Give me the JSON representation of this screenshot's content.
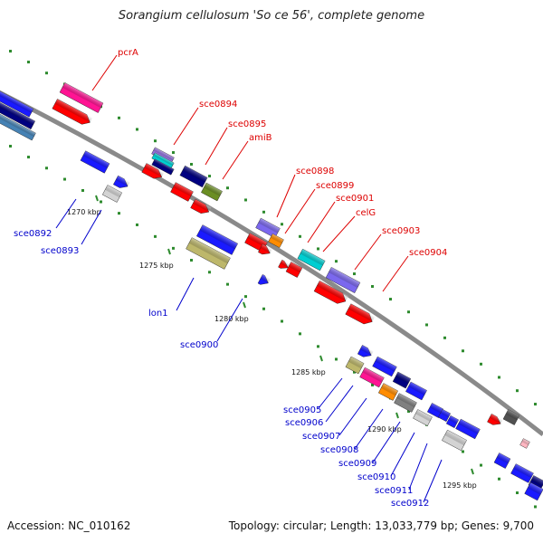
{
  "title": "Sorangium cellulosum 'So ce 56', complete genome",
  "footer": {
    "accession": "Accession: NC_010162",
    "summary": "Topology: circular; Length: 13,033,779 bp; Genes: 9,700"
  },
  "colors": {
    "forward_label": "#dd0000",
    "reverse_label": "#0000cc",
    "backbone": "#8a8a8a",
    "tick": "#2e8b2e"
  },
  "ticks": [
    "1270 kbp",
    "1275 kbp",
    "1280 kbp",
    "1285 kbp",
    "1290 kbp",
    "1295 kbp"
  ],
  "forward_genes": [
    "pcrA",
    "sce0894",
    "sce0895",
    "amiB",
    "sce0898",
    "sce0899",
    "sce0901",
    "celG",
    "sce0903",
    "sce0904"
  ],
  "reverse_genes": [
    "sce0892",
    "sce0893",
    "lon1",
    "sce0900",
    "sce0905",
    "sce0906",
    "sce0907",
    "sce0908",
    "sce0909",
    "sce0910",
    "sce0911",
    "sce0912"
  ]
}
